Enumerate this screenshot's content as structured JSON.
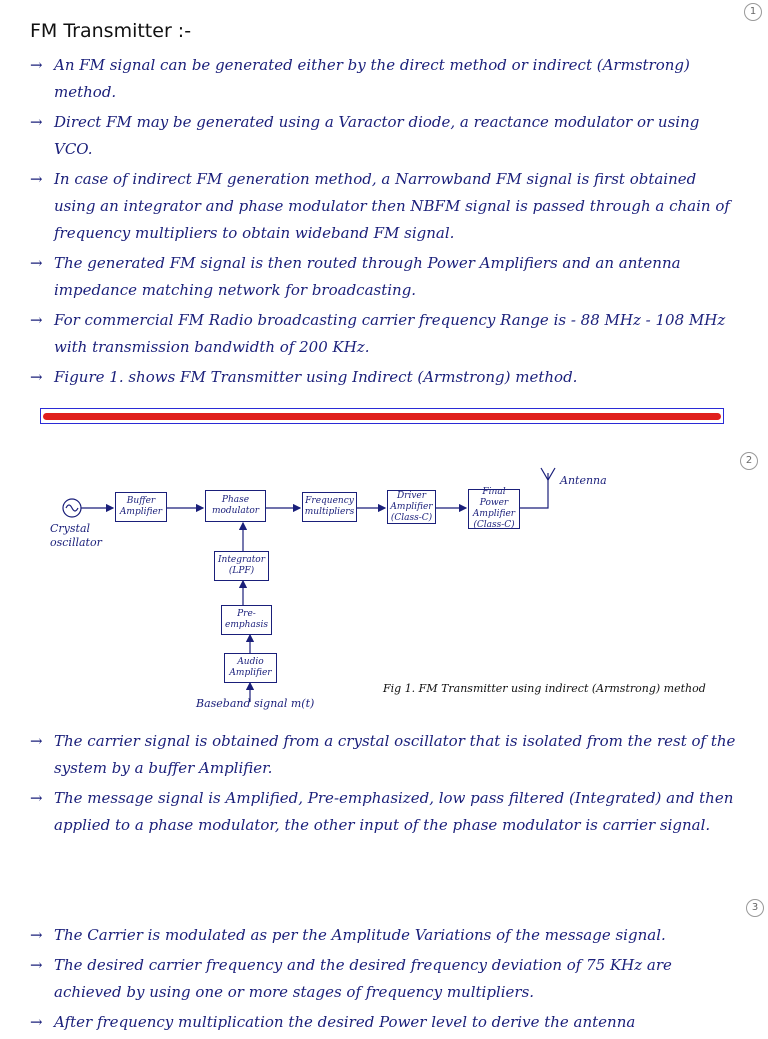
{
  "page_numbers": [
    "1",
    "2",
    "3"
  ],
  "title": "FM Transmitter :-",
  "section1": [
    "An FM signal can be generated either by the direct method or indirect (Armstrong) method.",
    "Direct FM may be generated using a Varactor diode, a reactance modulator or using VCO.",
    "In case of indirect FM generation method, a Narrowband FM signal is first obtained using an integrator and phase modulator then NBFM signal is passed through a chain of frequency multipliers to obtain wideband FM signal.",
    "The generated FM signal is then routed through Power Amplifiers and an antenna impedance matching network for broadcasting.",
    "For commercial FM Radio broadcasting carrier frequency Range is - 88 MHz - 108 MHz with transmission bandwidth of 200 KHz.",
    "Figure 1. shows FM Transmitter using Indirect (Armstrong) method."
  ],
  "diagram": {
    "blocks": {
      "buffer": "Buffer Amplifier",
      "phase_mod": "Phase modulator",
      "freq_mult": "Frequency multipliers",
      "driver": "Driver Amplifier (Class-C)",
      "final": "Final Power Amplifier (Class-C)",
      "integrator": "Integrator (LPF)",
      "preemph": "Pre-emphasis",
      "audio": "Audio Amplifier"
    },
    "crystal_label": "Crystal oscillator",
    "antenna_label": "Antenna",
    "baseband_label": "Baseband signal m(t)",
    "caption": "Fig 1. FM Transmitter using indirect (Armstrong) method"
  },
  "section2": [
    "The carrier signal is obtained from a crystal oscillator that is isolated from the rest of the system by a buffer Amplifier.",
    "The message signal is Amplified, Pre-emphasized, low pass filtered (Integrated) and then applied to a phase modulator, the other input of the phase modulator is carrier signal."
  ],
  "section3": [
    "The Carrier is modulated as per the Amplitude Variations of the message signal.",
    "The desired carrier frequency and the desired frequency deviation of 75 KHz are achieved by using one or more stages of frequency multipliers.",
    "After frequency multiplication the desired Power level to derive the antenna"
  ],
  "bullet_symbol": "→"
}
